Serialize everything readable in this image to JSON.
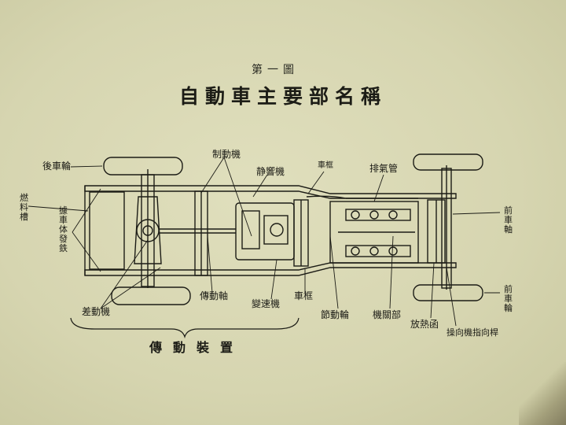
{
  "figure": {
    "number": "第一圖",
    "title": "自動車主要部名稱"
  },
  "labels": {
    "rear_wheel": "後車輪",
    "fuel_tank": "燃料槽",
    "body_bracket": "據車体發鉄",
    "brake": "制動機",
    "muffler": "静響機",
    "frame_top": "車框",
    "exhaust_pipe": "排氣管",
    "front_axle": "前車軸",
    "front_wheel": "前車輪",
    "differential": "差動機",
    "drive_shaft": "傳動軸",
    "transmission": "變速機",
    "frame_bottom": "車框",
    "flywheel": "節動輪",
    "engine": "機關部",
    "radiator": "放熱函",
    "steering": "操向機指向桿",
    "drive_system": "傳動裝置"
  },
  "colors": {
    "ink": "#1c1c16",
    "paper": "#d9d8b4"
  }
}
